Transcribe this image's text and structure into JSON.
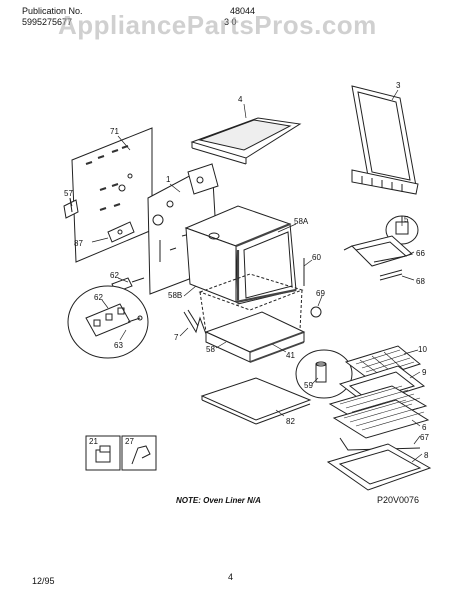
{
  "header": {
    "publication_label": "Publication No.",
    "publication_number": "5995275677",
    "model": "48044",
    "model_sub": "3 0"
  },
  "watermark": "AppliancePartsPros.com",
  "callouts": {
    "p1": "1",
    "p3": "3",
    "p4": "4",
    "p5": "5",
    "p6": "6",
    "p7": "7",
    "p8": "8",
    "p9": "9",
    "p10": "10",
    "p21": "21",
    "p27": "27",
    "p41": "41",
    "p57": "57",
    "p58": "58",
    "p58a": "58A",
    "p58b": "58B",
    "p59": "59",
    "p60": "60",
    "p62a": "62",
    "p62b": "62",
    "p63": "63",
    "p66": "66",
    "p67": "67",
    "p68": "68",
    "p69": "69",
    "p71": "71",
    "p82": "82",
    "p87": "87"
  },
  "note": "NOTE: Oven Liner N/A",
  "diagram_code": "P20V0076",
  "footer": {
    "date": "12/95",
    "page": "4"
  }
}
